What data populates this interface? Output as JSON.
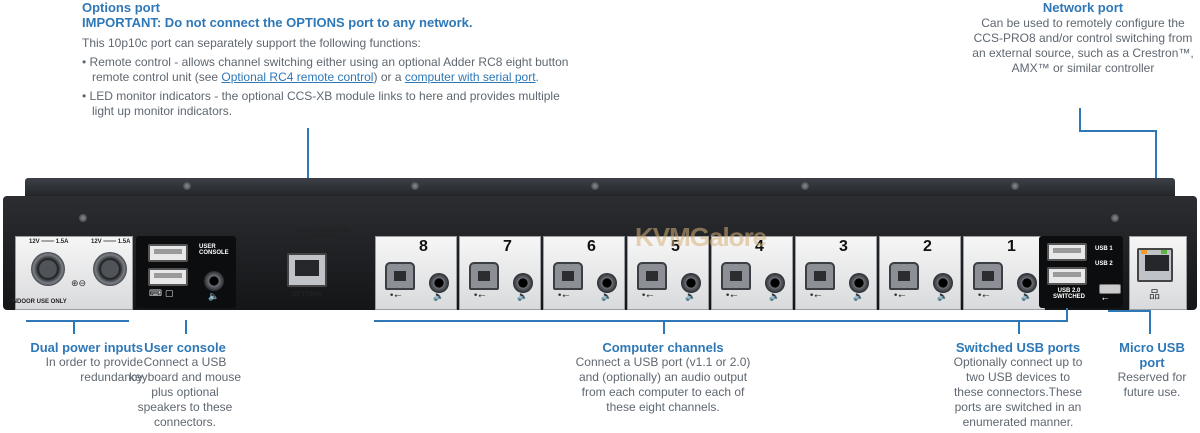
{
  "options_port": {
    "title": "Options port",
    "important": "IMPORTANT: Do not connect the OPTIONS port to any network.",
    "intro": "This 10p10c port can separately support the following functions:",
    "bullet1_pre": "• Remote control - allows channel switching either using an optional Adder RC8 eight button remote control unit (see ",
    "bullet1_link1": "Optional RC4 remote control",
    "bullet1_mid": ") or a ",
    "bullet1_link2": "computer with serial port",
    "bullet1_post": ".",
    "bullet2": "• LED monitor indicators - the optional CCS-XB module links to here and provides multiple light up monitor indicators."
  },
  "network_port": {
    "title": "Network port",
    "text": "Can be used to remotely configure the CCS-PRO8 and/or control switching from an external source, such as a Crestron™, AMX™ or similar controller"
  },
  "dual_power": {
    "title": "Dual power inputs",
    "text": "In order to provide redundancy"
  },
  "user_console": {
    "title": "User console",
    "text": "Connect a USB keyboard and mouse plus optional speakers to these connectors."
  },
  "computer_channels": {
    "title": "Computer channels",
    "text": "Connect a USB port (v1.1 or 2.0) and (optionally) an audio output from each computer to each of these eight channels."
  },
  "switched_usb": {
    "title": "Switched USB ports",
    "text": "Optionally connect up to two USB devices to these connectors.These ports are switched in an enumerated manner."
  },
  "micro_usb": {
    "title": "Micro USB port",
    "text": "Reserved for future use."
  },
  "device_labels": {
    "power_rating_1": "12V ═══ 1.5A",
    "power_rating_2": "12V ═══ 1.5A",
    "indoor": "INDOOR USE ONLY",
    "user_console": "USER CONSOLE",
    "options_warning": "DO NOT CONNECT TO NETWORK",
    "options": "OPTIONS",
    "usb1": "USB 1",
    "usb2": "USB 2",
    "usb20": "USB 2.0 SWITCHED",
    "watermark": "KVMGalore"
  },
  "channels": [
    "8",
    "7",
    "6",
    "5",
    "4",
    "3",
    "2",
    "1"
  ],
  "colors": {
    "accent": "#2e78b7",
    "text": "#5f6770"
  }
}
